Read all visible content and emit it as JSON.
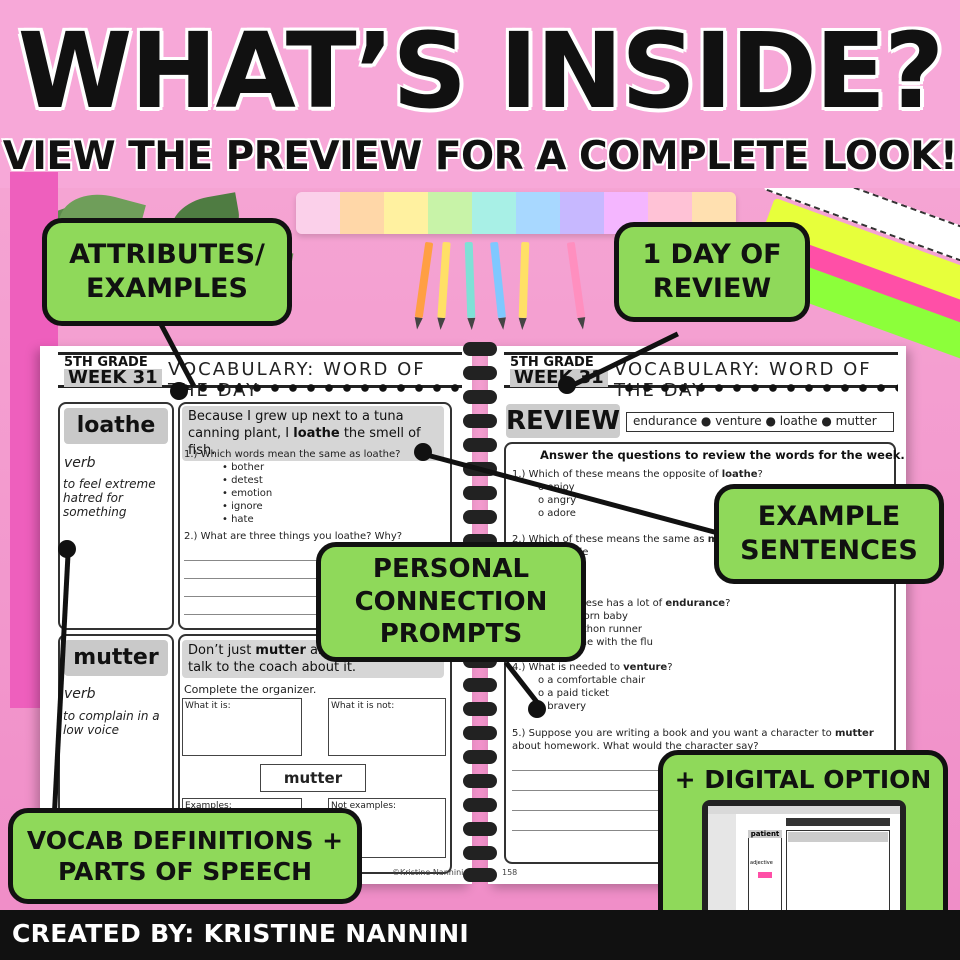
{
  "header": {
    "title": "WHAT’S INSIDE?",
    "subtitle": "VIEW THE PREVIEW FOR A COMPLETE LOOK!"
  },
  "callouts": {
    "attributes": [
      "ATTRIBUTES/",
      "EXAMPLES"
    ],
    "review_day": [
      "1 DAY OF",
      "REVIEW"
    ],
    "example_sentences": [
      "EXAMPLE",
      "SENTENCES"
    ],
    "personal": [
      "PERSONAL",
      "CONNECTION",
      "PROMPTS"
    ],
    "definitions": [
      "VOCAB DEFINITIONS +",
      "PARTS OF SPEECH"
    ],
    "digital": "+ DIGITAL OPTION"
  },
  "left_page": {
    "grade": "5TH GRADE",
    "week": "WEEK 31",
    "heading": "VOCABULARY: WORD OF THE DAY",
    "word1": {
      "word": "loathe",
      "pos": "verb",
      "definition": "to feel extreme hatred for something",
      "sentence_pre": "Because I grew up next to a tuna canning plant, I ",
      "sentence_word": "loathe",
      "sentence_post": " the smell of fish.",
      "q1": "1.) Which words mean the same as loathe?",
      "q1_options": [
        "bother",
        "detest",
        "emotion",
        "ignore",
        "hate"
      ],
      "q2": "2.) What are three things you loathe? Why?"
    },
    "word2": {
      "word": "mutter",
      "pos": "verb",
      "definition": "to complain in a low voice",
      "sentence_pre": "Don’t just ",
      "sentence_word": "mutter",
      "sentence_post": " about",
      "sentence_line2": "talk to the coach about it.",
      "instruction": "Complete the organizer.",
      "what_is": "What it is:",
      "what_is_not": "What it is not:",
      "center": "mutter",
      "examples": "Examples:",
      "not_examples": "Not examples:"
    },
    "footer": "©Kristine Nannini"
  },
  "right_page": {
    "grade": "5TH GRADE",
    "week": "WEEK 31",
    "heading": "VOCABULARY: WORD OF THE DAY",
    "review": "REVIEW",
    "words": [
      "endurance",
      "venture",
      "loathe",
      "mutter"
    ],
    "instruction": "Answer the questions to review the words for the week.",
    "q1_pre": "1.) Which of these means the opposite of ",
    "q1_word": "loathe",
    "q1_post": "?",
    "q1_options": [
      "enjoy",
      "angry",
      "adore"
    ],
    "q2_pre": "2.) Which of these means the same as ",
    "q2_word": "mutter",
    "q2_post": "?",
    "q2_options": [
      "mumble"
    ],
    "q3_pre": "3.) Which of these has a lot of ",
    "q3_word": "endurance",
    "q3_post": "?",
    "q3_options": [
      "a newborn baby",
      "a marathon runner",
      "someone with the flu"
    ],
    "q4_pre": "4.) What is needed to ",
    "q4_word": "venture",
    "q4_post": "?",
    "q4_options": [
      "a comfortable chair",
      "a paid ticket",
      "bravery"
    ],
    "q5_pre": "5.) Suppose you are writing a book and you want a character to ",
    "q5_word": "mutter",
    "q5_post": " about homework. What would the character say?",
    "page_number": "158"
  },
  "laptop": {
    "word": "patient",
    "pos": "adjective"
  },
  "footer": {
    "credit": "CREATED BY: KRISTINE NANNINI"
  },
  "colors": {
    "pink": "#f7a8d8",
    "green": "#8fd95a",
    "black": "#111111"
  }
}
